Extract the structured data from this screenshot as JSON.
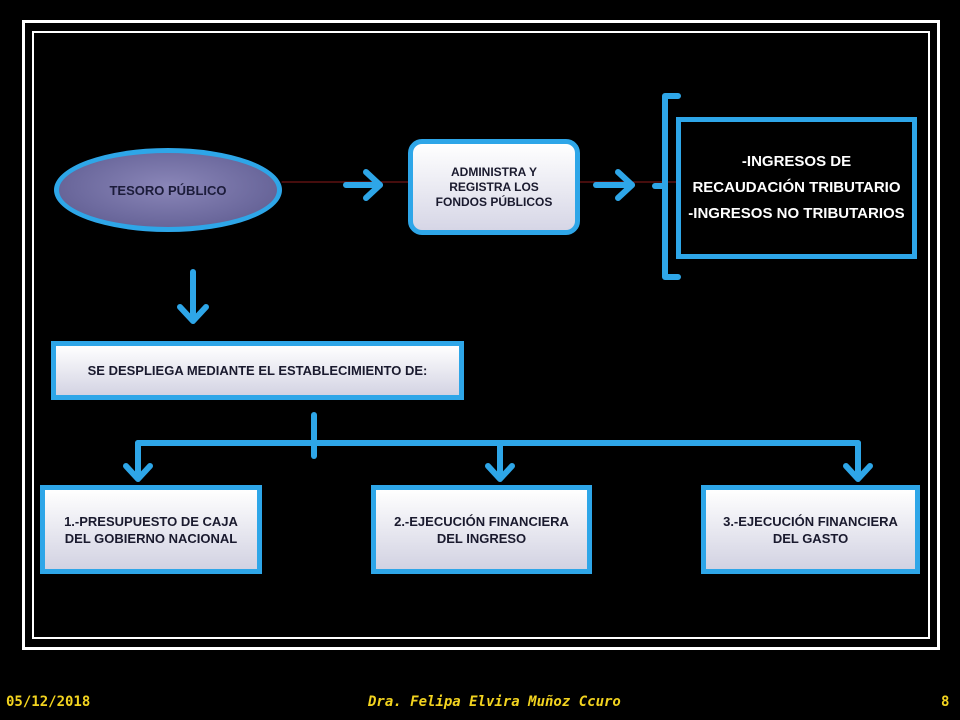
{
  "diagram": {
    "node_tesoro": "TESORO PÚBLICO",
    "node_administra": "ADMINISTRA Y REGISTRA LOS FONDOS PÚBLICOS",
    "node_ingresos": [
      "-INGRESOS DE RECAUDACIÓN TRIBUTARIO",
      "-INGRESOS NO TRIBUTARIOS"
    ],
    "node_despliega": "SE DESPLIEGA MEDIANTE EL ESTABLECIMIENTO DE:",
    "node_presupuesto": "1.-PRESUPUESTO DE CAJA DEL GOBIERNO NACIONAL",
    "node_ejec_ingreso": "2.-EJECUCIÓN FINANCIERA DEL INGRESO",
    "node_ejec_gasto": "3.-EJECUCIÓN FINANCIERA DEL GASTO"
  },
  "footer": {
    "date": "05/12/2018",
    "author": "Dra. Felipa Elvira Muñoz Ccuro",
    "page": "8"
  },
  "colors": {
    "background": "#000000",
    "accent_blue": "#2ea6e8",
    "footer_text": "#f2d31f",
    "ellipse_fill": "#6d6a9e",
    "connector_red": "#8b1a1a"
  }
}
